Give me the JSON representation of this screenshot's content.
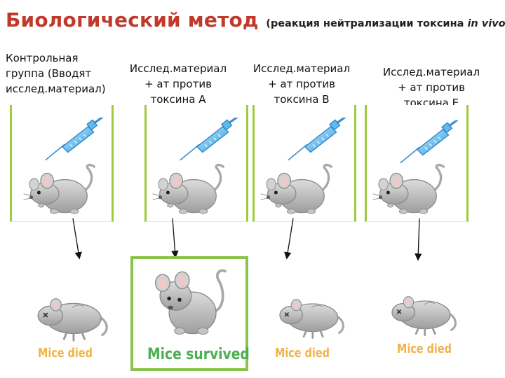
{
  "title": {
    "main": "Биологический метод",
    "sub_prefix": "(реакция нейтрализации токсина ",
    "sub_italic": "in vivo",
    "sub_suffix": ")"
  },
  "columns": [
    {
      "lines": [
        "Контрольная",
        "группа (Вводят",
        "исслед.материал)"
      ]
    },
    {
      "lines": [
        "Исслед.материал",
        "+ ат против",
        "токсина А"
      ]
    },
    {
      "lines": [
        "Исслед.материал",
        "+ ат против",
        "токсина В"
      ]
    },
    {
      "lines": [
        "Исслед.материал",
        "+ ат против",
        "токсина Е"
      ]
    }
  ],
  "results": [
    {
      "label": "Mice died"
    },
    {
      "label": "Mice survived"
    },
    {
      "label": "Mice died"
    },
    {
      "label": "Mice died"
    }
  ],
  "colors": {
    "title_red": "#c0392b",
    "panel_border_green": "#9ccc3c",
    "died_orange": "#f2b24a",
    "survived_green": "#4caf50",
    "syringe_blue": "#4fb3e8",
    "mouse_gray": "#b8b8b8"
  }
}
